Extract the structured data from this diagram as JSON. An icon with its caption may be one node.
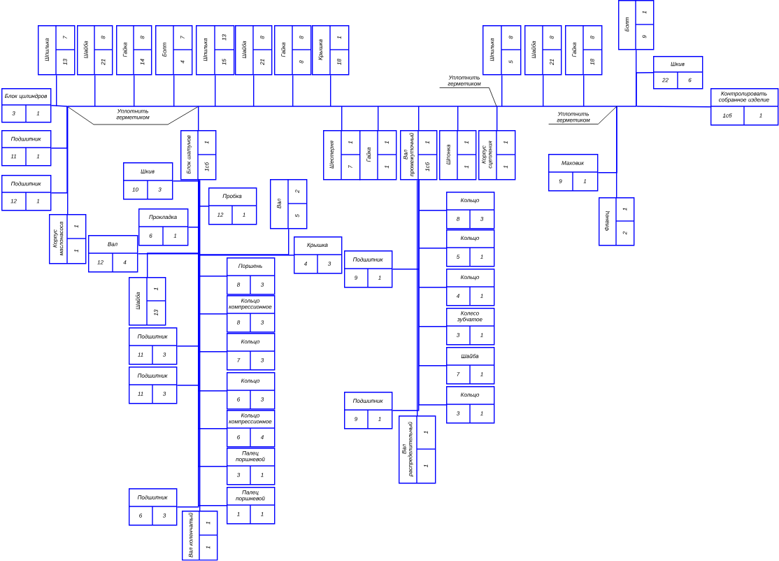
{
  "diagram": {
    "nodes": [
      {
        "text": [
          "Шпилька",
          "7",
          "13"
        ]
      },
      {
        "text": [
          "Шайба",
          "8",
          "21"
        ]
      },
      {
        "text": [
          "Гайка",
          "8",
          "14"
        ]
      },
      {
        "text": [
          "Болт",
          "7",
          "4"
        ]
      },
      {
        "text": [
          "Шпилька",
          "13",
          "15"
        ]
      },
      {
        "text": [
          "Шайба",
          "8",
          "21"
        ]
      },
      {
        "text": [
          "Гайка",
          "8",
          "8"
        ]
      },
      {
        "text": [
          "Крышка",
          "1",
          "18"
        ]
      },
      {
        "text": [
          "Шпилька",
          "8",
          "5"
        ]
      },
      {
        "text": [
          "Шайба",
          "8",
          "21"
        ]
      },
      {
        "text": [
          "Гайка",
          "8",
          "18"
        ]
      },
      {
        "text": [
          "Болт",
          "1",
          "9"
        ]
      },
      {
        "text": [
          "Шкив",
          "22",
          "6"
        ]
      },
      {
        "text": [
          "Контролировать собранное изделие",
          "1сб",
          "1"
        ]
      },
      {
        "text": [
          "Блок цилиндров",
          "3",
          "1"
        ]
      },
      {
        "text": [
          "Подшипник",
          "11",
          "1"
        ]
      },
      {
        "text": [
          "Подшипник",
          "12",
          "1"
        ]
      },
      {
        "text": [
          "Шкив",
          "10",
          "3"
        ]
      },
      {
        "text": [
          "Блок шатунов",
          "1",
          "1сб"
        ]
      },
      {
        "text": [
          "Пробка",
          "12",
          "1"
        ]
      },
      {
        "text": [
          "Прокладка",
          "6",
          "1"
        ]
      },
      {
        "text": [
          "Вал",
          "2",
          "5"
        ]
      },
      {
        "text": [
          "Корпус маслонасоса",
          "1",
          "1"
        ]
      },
      {
        "text": [
          "Вал",
          "12",
          "4"
        ]
      },
      {
        "text": [
          "Шайба",
          "1",
          "13"
        ]
      },
      {
        "text": [
          "Подшипник",
          "11",
          "3"
        ]
      },
      {
        "text": [
          "Подшипник",
          "11",
          "3"
        ]
      },
      {
        "text": [
          "Подшипник",
          "6",
          "3"
        ]
      },
      {
        "text": [
          "Вал коленчатый",
          "1",
          "1"
        ]
      },
      {
        "text": [
          "Поршень",
          "8",
          "3"
        ]
      },
      {
        "text": [
          "Кольцо компрессионное",
          "8",
          "3"
        ]
      },
      {
        "text": [
          "Кольцо",
          "7",
          "3"
        ]
      },
      {
        "text": [
          "Кольцо",
          "6",
          "3"
        ]
      },
      {
        "text": [
          "Кольцо компрессионное",
          "6",
          "4"
        ]
      },
      {
        "text": [
          "Палец поршневой",
          "3",
          "1"
        ]
      },
      {
        "text": [
          "Палец поршневой",
          "1",
          "1"
        ]
      },
      {
        "text": [
          "Крышка",
          "4",
          "3"
        ]
      },
      {
        "text": [
          "Подшипник",
          "9",
          "1"
        ]
      },
      {
        "text": [
          "Шестерня",
          "1",
          "7"
        ]
      },
      {
        "text": [
          "Гайка",
          "1",
          "1"
        ]
      },
      {
        "text": [
          "Вал промежуточный",
          "1",
          "1сб"
        ]
      },
      {
        "text": [
          "Шпонка",
          "1",
          "1"
        ]
      },
      {
        "text": [
          "Корпус сцепления",
          "1",
          "1"
        ]
      },
      {
        "text": [
          "Кольцо",
          "8",
          "3"
        ]
      },
      {
        "text": [
          "Кольцо",
          "5",
          "1"
        ]
      },
      {
        "text": [
          "Кольцо",
          "4",
          "1"
        ]
      },
      {
        "text": [
          "Колесо зубчатое",
          "3",
          "1"
        ]
      },
      {
        "text": [
          "Шайба",
          "7",
          "1"
        ]
      },
      {
        "text": [
          "Кольцо",
          "3",
          "1"
        ]
      },
      {
        "text": [
          "Подшипник",
          "9",
          "1"
        ]
      },
      {
        "text": [
          "Вал распределительный",
          "1",
          "1"
        ]
      },
      {
        "text": [
          "Маховик",
          "9",
          "1"
        ]
      },
      {
        "text": [
          "Фланец",
          "1",
          "2"
        ]
      },
      {
        "text": [],
        "shape": "bar"
      },
      {
        "text": [
          "Уплотнить герметиком"
        ]
      },
      {
        "text": [
          "Уплотнить герметиком"
        ]
      }
    ],
    "edges": [
      {
        "from": 0,
        "to": 53,
        "arrow": "none"
      },
      {
        "from": 1,
        "to": 53,
        "arrow": "none"
      },
      {
        "from": 2,
        "to": 53,
        "arrow": "none"
      },
      {
        "from": 3,
        "to": 53,
        "arrow": "none"
      },
      {
        "from": 4,
        "to": 53,
        "arrow": "none"
      },
      {
        "from": 5,
        "to": 53,
        "arrow": "none"
      },
      {
        "from": 6,
        "to": 53,
        "arrow": "none"
      },
      {
        "from": 7,
        "to": 53,
        "arrow": "none"
      },
      {
        "from": 8,
        "to": 53,
        "arrow": "none"
      },
      {
        "from": 9,
        "to": 53,
        "arrow": "none"
      },
      {
        "from": 10,
        "to": 53,
        "arrow": "none"
      },
      {
        "from": 11,
        "to": 53,
        "arrow": "none"
      },
      {
        "from": 12,
        "to": 53,
        "arrow": "none"
      },
      {
        "from": 13,
        "to": 53,
        "arrow": "none"
      },
      {
        "from": 14,
        "to": 53,
        "arrow": "none"
      },
      {
        "from": 15,
        "to": 53,
        "arrow": "none"
      },
      {
        "from": 16,
        "to": 53,
        "arrow": "none"
      },
      {
        "from": 17,
        "to": 18,
        "arrow": "none"
      },
      {
        "from": 18,
        "to": 53,
        "arrow": "none"
      },
      {
        "from": 19,
        "to": 18,
        "arrow": "none"
      },
      {
        "from": 20,
        "to": 18,
        "arrow": "none"
      },
      {
        "from": 21,
        "to": 18,
        "arrow": "none"
      },
      {
        "from": 22,
        "to": 53,
        "arrow": "none"
      },
      {
        "from": 23,
        "to": 18,
        "arrow": "none"
      },
      {
        "from": 24,
        "to": 18,
        "arrow": "none"
      },
      {
        "from": 25,
        "to": 18,
        "arrow": "none"
      },
      {
        "from": 26,
        "to": 18,
        "arrow": "none"
      },
      {
        "from": 27,
        "to": 18,
        "arrow": "none"
      },
      {
        "from": 28,
        "to": 18,
        "arrow": "none"
      },
      {
        "from": 29,
        "to": 18,
        "arrow": "none"
      },
      {
        "from": 30,
        "to": 18,
        "arrow": "none"
      },
      {
        "from": 31,
        "to": 18,
        "arrow": "none"
      },
      {
        "from": 32,
        "to": 18,
        "arrow": "none"
      },
      {
        "from": 33,
        "to": 18,
        "arrow": "none"
      },
      {
        "from": 34,
        "to": 18,
        "arrow": "none"
      },
      {
        "from": 35,
        "to": 18,
        "arrow": "none"
      },
      {
        "from": 36,
        "to": 18,
        "arrow": "none"
      },
      {
        "from": 37,
        "to": 40,
        "arrow": "none"
      },
      {
        "from": 38,
        "to": 53,
        "arrow": "none"
      },
      {
        "from": 39,
        "to": 53,
        "arrow": "none"
      },
      {
        "from": 40,
        "to": 53,
        "arrow": "none"
      },
      {
        "from": 41,
        "to": 53,
        "arrow": "none"
      },
      {
        "from": 42,
        "to": 53,
        "arrow": "none"
      },
      {
        "from": 43,
        "to": 40,
        "arrow": "none"
      },
      {
        "from": 44,
        "to": 40,
        "arrow": "none"
      },
      {
        "from": 45,
        "to": 40,
        "arrow": "none"
      },
      {
        "from": 46,
        "to": 40,
        "arrow": "none"
      },
      {
        "from": 47,
        "to": 40,
        "arrow": "none"
      },
      {
        "from": 48,
        "to": 40,
        "arrow": "none"
      },
      {
        "from": 49,
        "to": 40,
        "arrow": "none"
      },
      {
        "from": 50,
        "to": 40,
        "arrow": "none"
      },
      {
        "from": 51,
        "to": 53,
        "arrow": "none"
      },
      {
        "from": 52,
        "to": 53,
        "arrow": "none"
      },
      {
        "from": 54,
        "to": 53,
        "arrow": "none",
        "color": "#000000"
      },
      {
        "from": 55,
        "to": 53,
        "arrow": "none",
        "color": "#000000"
      }
    ],
    "labels": [
      "Уплотнить герметиком"
    ]
  }
}
